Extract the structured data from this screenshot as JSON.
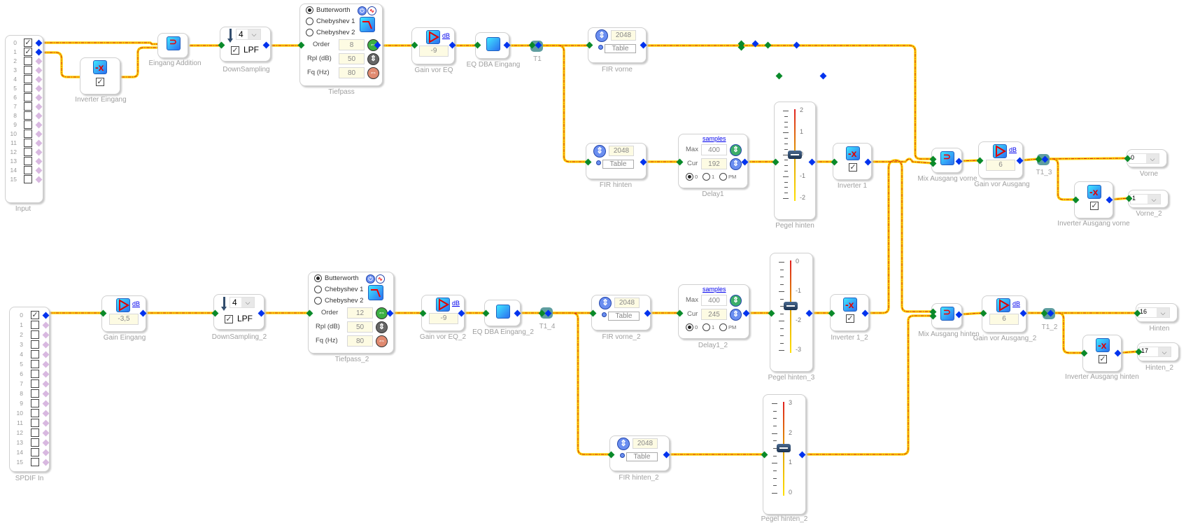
{
  "colors": {
    "wire": "#ffd700",
    "wire_center": "#d02020",
    "pin_in": "#0a8a2a",
    "pin_out": "#0033ee",
    "pin_unused": "#d8b8e0",
    "tnode": "#5f9ea0"
  },
  "icons": {
    "inverter": "minus-x-icon",
    "adder": "merge-arrow-icon",
    "gain": "triangle-play-icon",
    "eq": "square-icon",
    "fir": "updown-arrows-icon",
    "delay_max": "updown-arrows-green-icon",
    "delay_cur": "updown-arrows-blue-icon",
    "lowpass": "lowpass-curve-icon",
    "order": "left-right-arrows-icon",
    "ripple": "updown-arrows-icon",
    "freq": "left-right-arrows-icon",
    "downsample": "down-arrow-icon",
    "power": "power-icon",
    "sine": "sine-icon"
  },
  "blocks": {
    "input": {
      "label": "Input",
      "channels": [
        "0",
        "1",
        "2",
        "3",
        "4",
        "5",
        "6",
        "7",
        "8",
        "9",
        "10",
        "11",
        "12",
        "13",
        "14",
        "15"
      ],
      "checked": [
        true,
        true,
        false,
        false,
        false,
        false,
        false,
        false,
        false,
        false,
        false,
        false,
        false,
        false,
        false,
        false
      ]
    },
    "spdif": {
      "label": "SPDIF In",
      "channels": [
        "0",
        "1",
        "2",
        "3",
        "4",
        "5",
        "6",
        "7",
        "8",
        "9",
        "10",
        "11",
        "12",
        "13",
        "14",
        "15"
      ],
      "checked": [
        true,
        false,
        false,
        false,
        false,
        false,
        false,
        false,
        false,
        false,
        false,
        false,
        false,
        false,
        false,
        false
      ]
    },
    "inverter_eingang": {
      "label": "Inverter Eingang",
      "checked": true
    },
    "eingang_addition": {
      "label": "Eingang Addition"
    },
    "downsampling": {
      "label": "DownSampling",
      "factor": "4",
      "lpf_label": "LPF",
      "lpf_checked": true
    },
    "downsampling_2": {
      "label": "DownSampling_2",
      "factor": "4",
      "lpf_label": "LPF",
      "lpf_checked": true
    },
    "tiefpass": {
      "label": "Tiefpass",
      "types": [
        "Butterworth",
        "Chebyshev 1",
        "Chebyshev 2"
      ],
      "selected": "Butterworth",
      "order_label": "Order",
      "order": "8",
      "rpl_label": "Rpl (dB)",
      "rpl": "50",
      "fq_label": "Fq (Hz)",
      "fq": "80"
    },
    "tiefpass_2": {
      "label": "Tiefpass_2",
      "types": [
        "Butterworth",
        "Chebyshev 1",
        "Chebyshev 2"
      ],
      "selected": "Butterworth",
      "order_label": "Order",
      "order": "12",
      "rpl_label": "Rpl (dB)",
      "rpl": "50",
      "fq_label": "Fq (Hz)",
      "fq": "80"
    },
    "gain_vor_eq": {
      "label": "Gain vor EQ",
      "value": "-9",
      "unit": "dB"
    },
    "gain_vor_eq_2": {
      "label": "Gain vor EQ_2",
      "value": "-9",
      "unit": "dB"
    },
    "gain_eingang": {
      "label": "Gain Eingang",
      "value": "-3,5",
      "unit": "dB"
    },
    "eq_dba": {
      "label": "EQ DBA Eingang"
    },
    "eq_dba_2": {
      "label": "EQ DBA Eingang_2"
    },
    "t1": {
      "label": "T1"
    },
    "t1_2": {
      "label": "T1_2"
    },
    "t1_3": {
      "label": "T1_3"
    },
    "t1_4": {
      "label": "T1_4"
    },
    "fir_vorne": {
      "label": "FIR vorne",
      "taps": "2048",
      "table": "Table"
    },
    "fir_hinten": {
      "label": "FIR hinten",
      "taps": "2048",
      "table": "Table"
    },
    "fir_vorne_2": {
      "label": "FIR vorne_2",
      "taps": "2048",
      "table": "Table"
    },
    "fir_hinten_2": {
      "label": "FIR hinten_2",
      "taps": "2048",
      "table": "Table"
    },
    "delay1": {
      "label": "Delay1",
      "unit": "samples",
      "max_label": "Max",
      "max": "400",
      "cur_label": "Cur",
      "cur": "192",
      "modes": [
        "0",
        "1",
        "PM"
      ],
      "mode_selected": "0"
    },
    "delay1_2": {
      "label": "Delay1_2",
      "unit": "samples",
      "max_label": "Max",
      "max": "400",
      "cur_label": "Cur",
      "cur": "245",
      "modes": [
        "0",
        "1",
        "PM"
      ],
      "mode_selected": "0"
    },
    "pegel_hinten": {
      "label": "Pegel hinten",
      "ticks": [
        "2",
        "1",
        "0",
        "-1",
        "-2"
      ],
      "value": 0
    },
    "pegel_hinten_3": {
      "label": "Pegel hinten_3",
      "ticks": [
        "0",
        "-1",
        "-2",
        "-3"
      ],
      "value": -1.5
    },
    "pegel_hinten_2": {
      "label": "Pegel hinten_2",
      "ticks": [
        "3",
        "2",
        "1",
        "0"
      ],
      "value": 1.5
    },
    "inverter_1": {
      "label": "Inverter 1",
      "checked": true
    },
    "inverter_1_2": {
      "label": "Inverter 1_2",
      "checked": true
    },
    "mix_vorne": {
      "label": "Mix Ausgang vorne"
    },
    "mix_hinten": {
      "label": "Mix Ausgang hinten"
    },
    "gain_vor_ausgang": {
      "label": "Gain vor Ausgang",
      "value": "6",
      "unit": "dB"
    },
    "gain_vor_ausgang_2": {
      "label": "Gain vor Ausgang_2",
      "value": "6",
      "unit": "dB"
    },
    "inverter_ausgang_vorne": {
      "label": "Inverter Ausgang vorne",
      "checked": true
    },
    "inverter_ausgang_hinten": {
      "label": "Inverter Ausgang hinten",
      "checked": true
    },
    "vorne": {
      "label": "Vorne",
      "channel": "0"
    },
    "vorne_2": {
      "label": "Vorne_2",
      "channel": "1"
    },
    "hinten": {
      "label": "Hinten",
      "channel": "16"
    },
    "hinten_2": {
      "label": "Hinten_2",
      "channel": "17"
    }
  }
}
